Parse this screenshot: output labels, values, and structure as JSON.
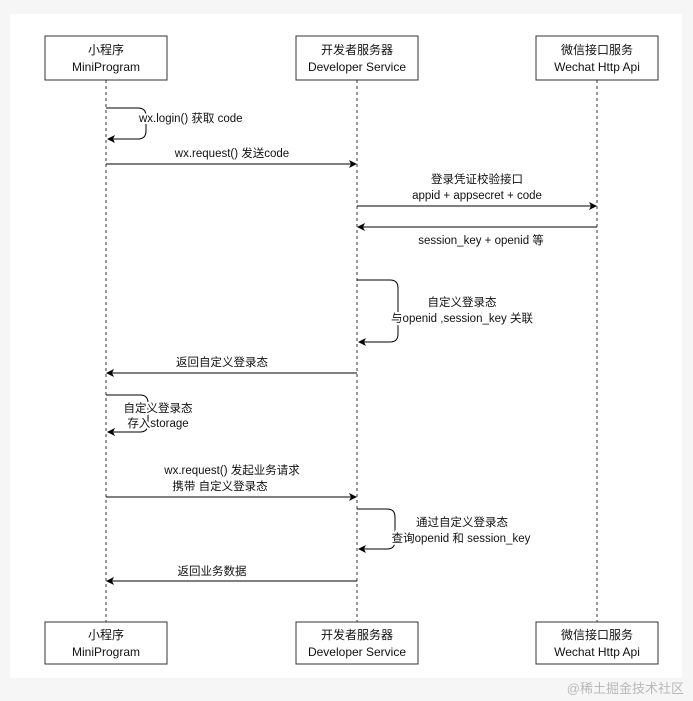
{
  "participants": [
    {
      "title": "小程序",
      "subtitle": "MiniProgram"
    },
    {
      "title": "开发者服务器",
      "subtitle": "Developer Service"
    },
    {
      "title": "微信接口服务",
      "subtitle": "Wechat Http Api"
    }
  ],
  "messages": [
    {
      "id": "login",
      "lines": [
        "wx.login() 获取 code"
      ]
    },
    {
      "id": "request-code",
      "lines": [
        "wx.request() 发送code"
      ]
    },
    {
      "id": "verify",
      "lines": [
        "登录凭证校验接口",
        "appid + appsecret + code"
      ]
    },
    {
      "id": "session-return",
      "lines": [
        "session_key + openid 等"
      ]
    },
    {
      "id": "custom-state",
      "lines": [
        "自定义登录态",
        "与openid ,session_key 关联"
      ]
    },
    {
      "id": "return-state",
      "lines": [
        "返回自定义登录态"
      ]
    },
    {
      "id": "store",
      "lines": [
        "自定义登录态",
        "存入storage"
      ]
    },
    {
      "id": "business-request",
      "lines": [
        "wx.request() 发起业务请求",
        "携带 自定义登录态"
      ]
    },
    {
      "id": "query",
      "lines": [
        "通过自定义登录态",
        "查询openid 和 session_key"
      ]
    },
    {
      "id": "return-data",
      "lines": [
        "返回业务数据"
      ]
    }
  ],
  "watermark": "@稀土掘金技术社区"
}
